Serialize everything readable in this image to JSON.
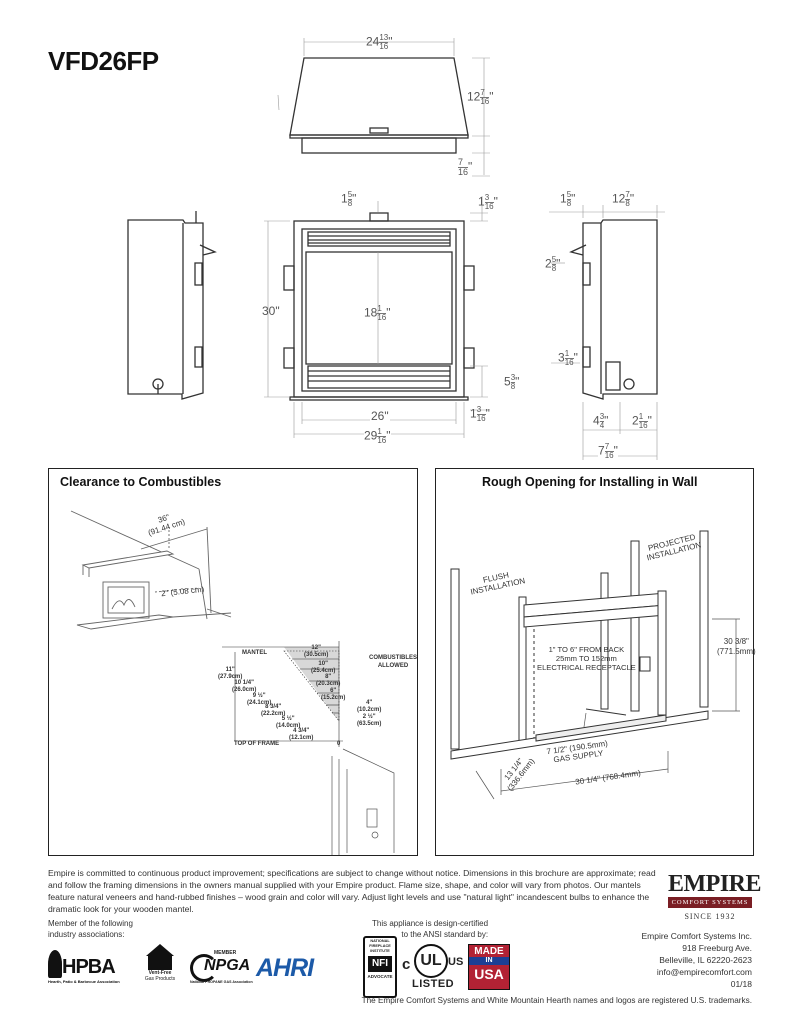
{
  "model": "VFD26FP",
  "top_view": {
    "width": "24",
    "width_num": "13",
    "width_den": "16",
    "depth": "12",
    "depth_num": "7",
    "depth_den": "16",
    "front": "",
    "front_num": "7",
    "front_den": "16"
  },
  "left_side": {
    "top": "1",
    "top_num": "5",
    "top_den": "8"
  },
  "front_view": {
    "height": "30\"",
    "opening_h": "18",
    "opening_h_num": "1",
    "opening_h_den": "16",
    "top_offset": "1",
    "top_offset_num": "3",
    "top_offset_den": "16",
    "bottom_offset": "5",
    "bottom_offset_num": "3",
    "bottom_offset_den": "8",
    "base_offset": "1",
    "base_offset_num": "3",
    "base_offset_den": "16",
    "inner_width": "26\"",
    "outer_width": "29",
    "outer_width_num": "1",
    "outer_width_den": "16"
  },
  "right_side": {
    "top_a": "1",
    "top_a_num": "5",
    "top_a_den": "8",
    "top_b": "12",
    "top_b_num": "7",
    "top_b_den": "8",
    "vent": "2",
    "vent_num": "5",
    "vent_den": "8",
    "gas": "3",
    "gas_num": "1",
    "gas_den": "16",
    "base_a": "4",
    "base_a_num": "3",
    "base_a_den": "4",
    "base_b": "2",
    "base_b_num": "1",
    "base_b_den": "16",
    "total": "7",
    "total_num": "7",
    "total_den": "16"
  },
  "clearance": {
    "title": "Clearance to Combustibles",
    "ceiling": "36\"",
    "ceiling_cm": "(91.44 cm)",
    "side": "2\" (5.08 cm)",
    "mantel_label": "MANTEL",
    "allowed_a": "COMBUSTIBLES",
    "allowed_b": "ALLOWED",
    "top_of_frame": "TOP OF FRAME",
    "zero": "0",
    "depths": [
      {
        "v": "12\"",
        "cm": "(30.5cm)"
      },
      {
        "v": "10\"",
        "cm": "(25.4cm)"
      },
      {
        "v": "8\"",
        "cm": "(20.3cm)"
      },
      {
        "v": "6\"",
        "cm": "(15.2cm)"
      },
      {
        "v": "4\"",
        "cm": "(10.2cm)"
      },
      {
        "v": "2 ½\"",
        "cm": "(63.5cm)"
      }
    ],
    "heights": [
      {
        "v": "11\"",
        "cm": "(27.9cm)"
      },
      {
        "v": "10 1/4\"",
        "cm": "(26.0cm)"
      },
      {
        "v": "9 ½\"",
        "cm": "(24.1cm)"
      },
      {
        "v": "8 3/4\"",
        "cm": "(22.2cm)"
      },
      {
        "v": "5 ½\"",
        "cm": "(14.0cm)"
      },
      {
        "v": "4 3/4\"",
        "cm": "(12.1cm)"
      }
    ]
  },
  "rough": {
    "title": "Rough Opening for Installing in Wall",
    "flush_a": "FLUSH",
    "flush_b": "INSTALLATION",
    "proj_a": "PROJECTED",
    "proj_b": "INSTALLATION",
    "recept_a": "1\" TO 6\" FROM BACK",
    "recept_b": "25mm TO 152mm",
    "recept_c": "ELECTRICAL RECEPTACLE",
    "height_a": "30 3/8\"",
    "height_b": "(771.5mm)",
    "gas_a": "7 1/2\" (190.5mm)",
    "gas_b": "GAS SUPPLY",
    "depth_a": "13 1/4\"",
    "depth_b": "(336.6mm)",
    "width": "30 1/4\" (768.4mm)"
  },
  "disclaimer": "Empire is committed to continuous product improvement; specifications are subject to change without notice. Dimensions in this brochure are approximate; read and follow the framing dimensions in the owners manual supplied with your Empire product.  Flame size, shape, and color will vary from photos. Our mantels feature natural veneers and hand-rubbed finishes – wood grain and color will vary. Adjust light levels and use \"natural light\" incandescent bulbs to enhance the dramatic look for your wooden mantel.",
  "member_a": "Member of the following",
  "member_b": "industry associations:",
  "design_a": "This appliance is design-certified",
  "design_b": "to the ANSI standard by:",
  "brand": {
    "name": "EMPIRE",
    "sub": "COMFORT SYSTEMS",
    "since": "SINCE 1932"
  },
  "address": {
    "company": "Empire Comfort Systems Inc.",
    "street": "918 Freeburg Ave.",
    "city": "Belleville, IL 62220-2623",
    "email": "info@empirecomfort.com",
    "date": "01/18"
  },
  "logos": {
    "hpba": "HPBA",
    "hpba_sub": "Hearth, Patio & Barbecue Association",
    "vent_free_a": "Vent-Free",
    "vent_free_b": "Gas Products",
    "npga": "NPGA",
    "npga_member": "MEMBER",
    "npga_sub": "National PROPANE GAS Association",
    "ahri": "AHRI",
    "nfi_a": "NATIONAL",
    "nfi_b": "FIREPLACE",
    "nfi_c": "INSTITUTE",
    "nfi_d": "NFI",
    "nfi_e": "ADVOCATE",
    "ul_c": "c",
    "ul": "UL",
    "ul_us": "US",
    "ul_listed": "LISTED",
    "made_a": "MADE",
    "made_b": "IN",
    "made_c": "USA"
  },
  "trademark": "The Empire Comfort Systems and White Mountain Hearth names and logos are registered U.S. trademarks."
}
